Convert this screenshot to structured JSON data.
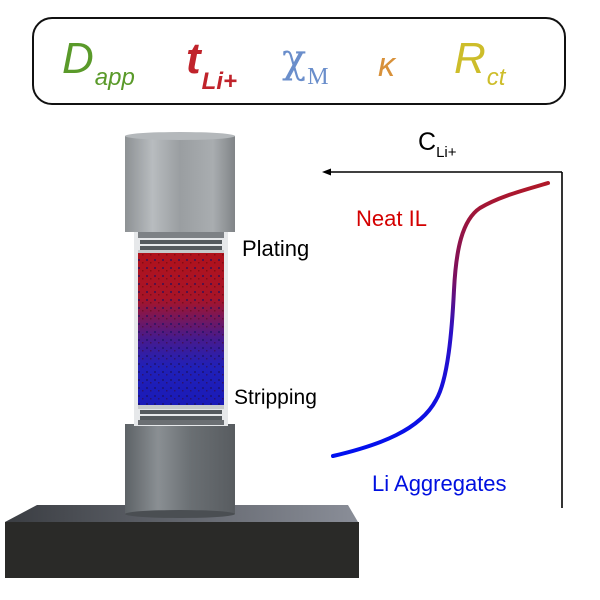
{
  "properties": [
    {
      "symbol": "D",
      "subscript": "app",
      "color": "#5a9a2a"
    },
    {
      "symbol": "t",
      "subscript": "Li+",
      "color": "#c0232b"
    },
    {
      "symbol": "χ",
      "subscript": "M",
      "color": "#6a8ecb"
    },
    {
      "symbol": "κ",
      "subscript": "",
      "color": "#d8913a"
    },
    {
      "symbol": "R",
      "subscript": "ct",
      "color": "#cdbd2a"
    }
  ],
  "cell": {
    "top_label": "Plating",
    "bottom_label": "Stripping",
    "gradient_top_color": "#b0121c",
    "gradient_bottom_color": "#1a1ab8"
  },
  "plot": {
    "axis_label_main": "C",
    "axis_label_sub": "Li+",
    "upper_label": "Neat IL",
    "upper_label_color": "#d40000",
    "lower_label": "Li Aggregates",
    "lower_label_color": "#0010e0"
  },
  "chart_data": {
    "type": "line",
    "title": "",
    "xlabel": "C_Li+ (increasing leftward)",
    "ylabel": "",
    "series": [
      {
        "name": "Li transport profile (Li Aggregates → Neat IL)",
        "description": "sigmoidal curve, blue at bottom-left (Li Aggregates) to red at top-right (Neat IL)"
      }
    ],
    "annotations": [
      "Neat IL",
      "Li Aggregates",
      "Plating",
      "Stripping"
    ]
  }
}
